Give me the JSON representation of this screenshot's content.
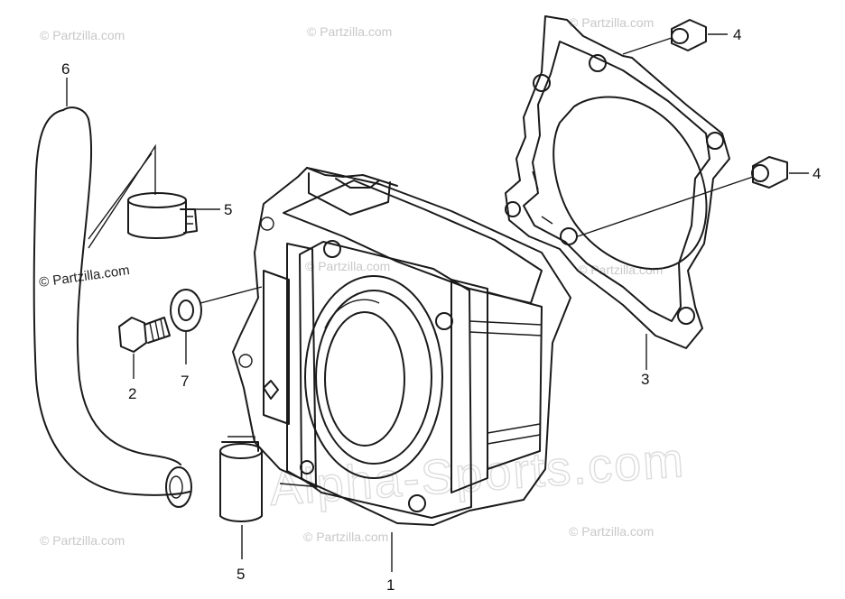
{
  "diagram": {
    "callouts": [
      {
        "id": "1",
        "label": "1"
      },
      {
        "id": "2",
        "label": "2"
      },
      {
        "id": "3",
        "label": "3"
      },
      {
        "id": "4a",
        "label": "4"
      },
      {
        "id": "4b",
        "label": "4"
      },
      {
        "id": "5a",
        "label": "5"
      },
      {
        "id": "5b",
        "label": "5"
      },
      {
        "id": "6",
        "label": "6"
      },
      {
        "id": "7",
        "label": "7"
      }
    ],
    "watermarks": {
      "small": "© Partzilla.com",
      "prominent": "© Partzilla.com",
      "large": "Alpha-Sports.com"
    },
    "colors": {
      "line": "#1a1a1a",
      "watermark": "#c8c8c8",
      "background": "#ffffff"
    }
  }
}
